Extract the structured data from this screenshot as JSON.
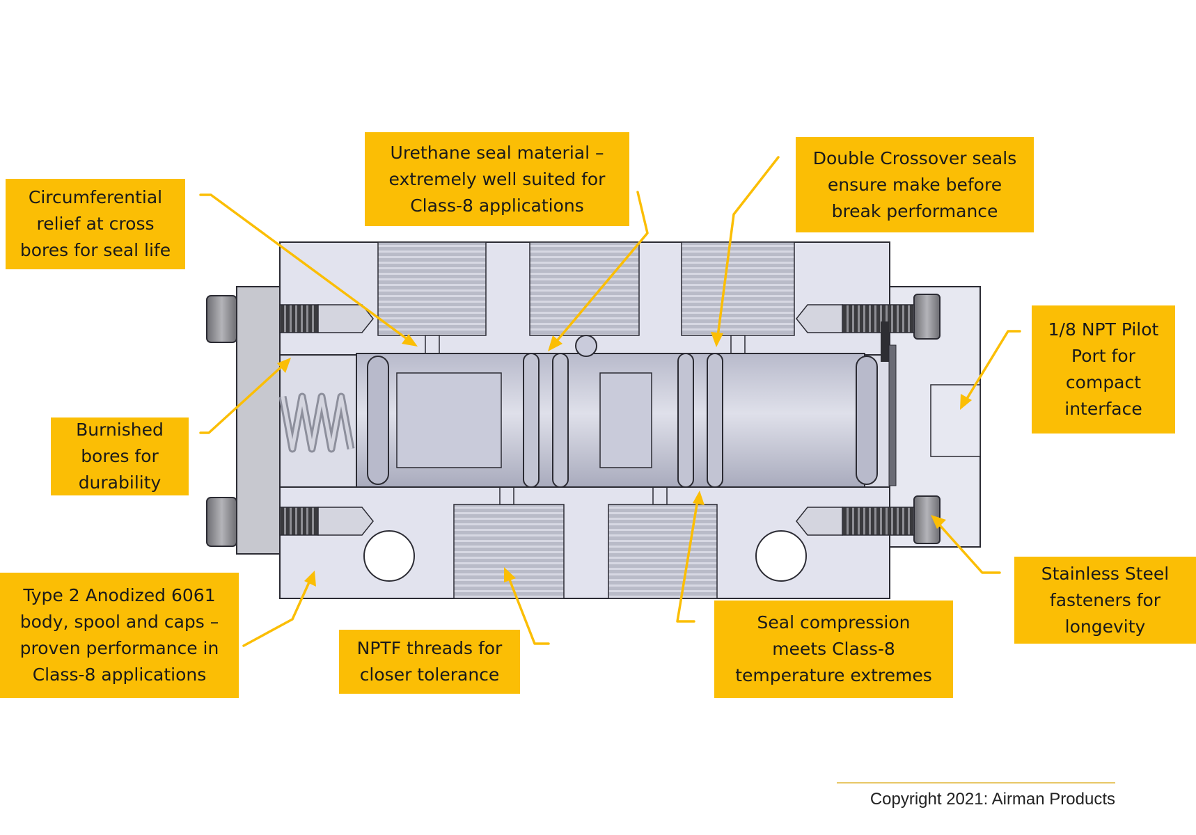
{
  "callouts": {
    "circumferential_relief": [
      "Circumferential",
      "relief at cross",
      "bores for seal life"
    ],
    "urethane_seal": [
      "Urethane seal material –",
      "extremely well suited for",
      "Class-8 applications"
    ],
    "double_crossover": [
      "Double Crossover seals",
      "ensure make before",
      "break performance"
    ],
    "pilot_port": [
      "1/8 NPT Pilot",
      "Port for",
      "compact",
      "interface"
    ],
    "burnished_bores": [
      "Burnished",
      "bores for",
      "durability"
    ],
    "stainless_fasteners": [
      "Stainless Steel",
      "fasteners for",
      "longevity"
    ],
    "anodized_body": [
      "Type 2 Anodized 6061",
      "body, spool and caps –",
      "proven performance in",
      "Class-8 applications"
    ],
    "nptf_threads": [
      "NPTF threads for",
      "closer tolerance"
    ],
    "seal_compression": [
      "Seal compression",
      "meets Class-8",
      "temperature extremes"
    ]
  },
  "copyright": "Copyright 2021: Airman Products",
  "colors": {
    "callout_fill": "#fbbe05",
    "leader_line": "#fbbe05",
    "valve_body": "#e2e3ee",
    "valve_outline": "#2b2b33",
    "spool": "#c4c6d6"
  }
}
